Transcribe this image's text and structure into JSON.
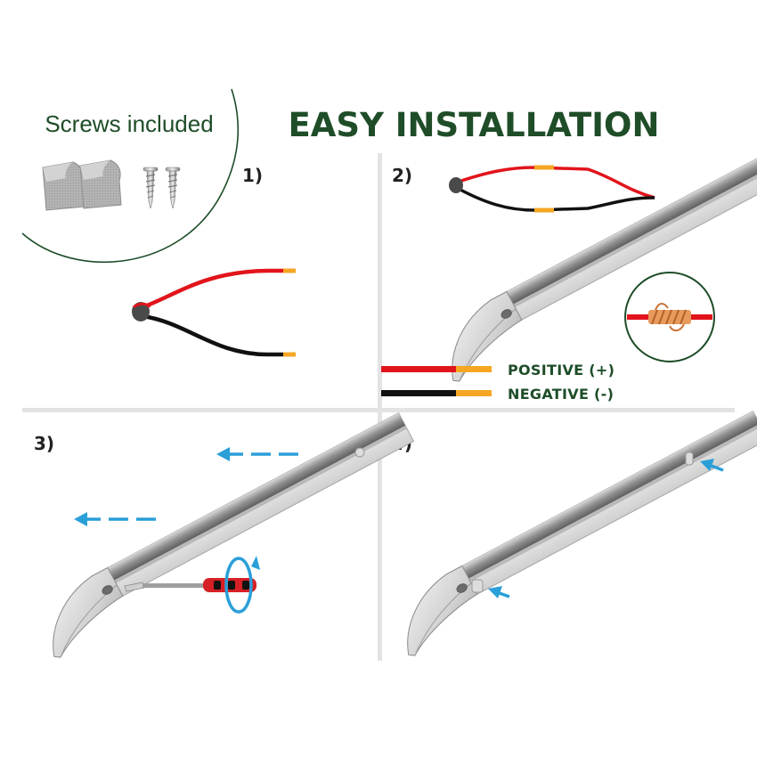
{
  "title": "EASY INSTALLATION",
  "included": {
    "label": "Screws included"
  },
  "steps": [
    {
      "label": "1)"
    },
    {
      "label": "2)"
    },
    {
      "label": "3)"
    },
    {
      "label": "4)"
    }
  ],
  "legend": {
    "positive": "POSITIVE (+)",
    "negative": "NEGATIVE (-)"
  },
  "colors": {
    "title": "#1e4d28",
    "positive_wire": "#e2141b",
    "negative_wire": "#111111",
    "wire_tip": "#f5a623",
    "arrow": "#2a9fd8",
    "divider": "#e3e3e3",
    "screwdriver_handle": "#d62025"
  }
}
